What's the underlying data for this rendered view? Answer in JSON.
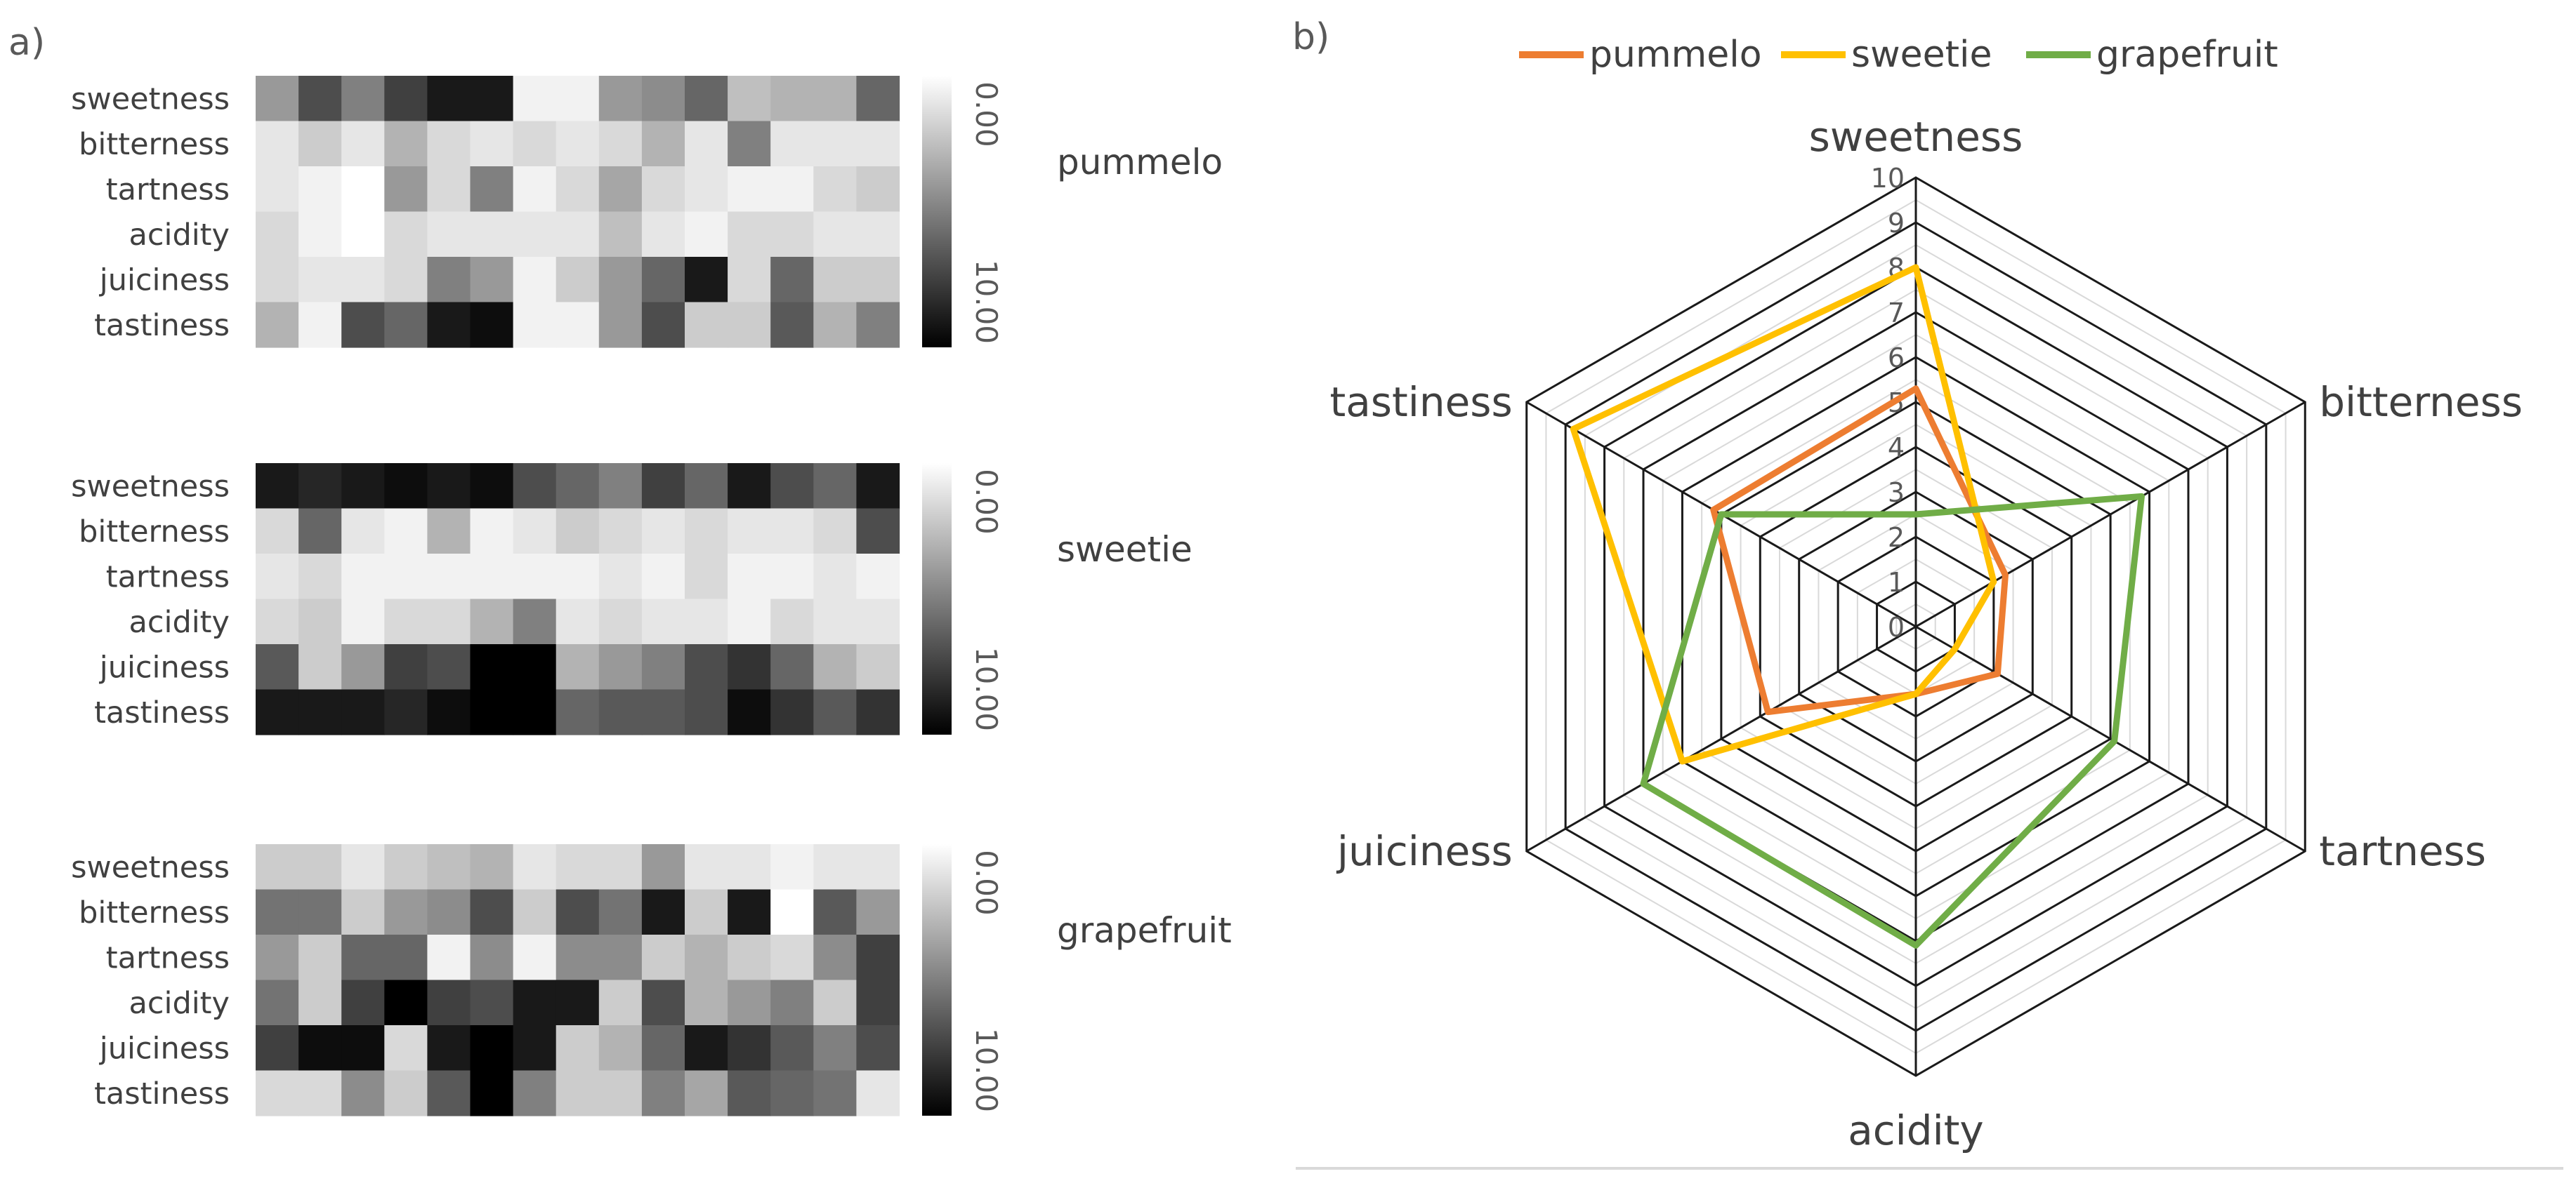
{
  "panel_a_label": "a)",
  "panel_b_label": "b)",
  "chart_data": [
    {
      "type": "heatmap",
      "name": "pummelo",
      "rows": [
        "sweetness",
        "bitterness",
        "tartness",
        "acidity",
        "juiciness",
        "tastiness"
      ],
      "colorbar": {
        "min_label": "0.00",
        "max_label": "10.00",
        "range": [
          0,
          10
        ]
      },
      "values": [
        [
          4,
          7,
          5,
          7.5,
          9,
          9,
          0.5,
          0.5,
          4,
          4.5,
          6,
          2.5,
          3,
          3,
          6
        ],
        [
          1,
          2,
          1,
          3,
          1.5,
          1,
          1.5,
          1,
          1.5,
          3,
          1,
          5,
          1,
          1,
          1
        ],
        [
          1,
          0.5,
          0,
          4,
          1.5,
          5,
          0.5,
          1.5,
          3.5,
          1.5,
          1,
          0.5,
          0.5,
          1.5,
          2
        ],
        [
          1.5,
          0.5,
          0,
          1.5,
          1,
          1,
          1,
          1,
          2.5,
          1,
          0.5,
          1.5,
          1.5,
          1,
          1
        ],
        [
          1.5,
          1,
          1,
          1.5,
          5,
          4,
          0.5,
          2,
          4,
          6,
          9,
          1.5,
          6,
          2,
          2
        ],
        [
          3,
          0.5,
          7,
          6,
          9,
          9.5,
          0.5,
          0.5,
          4,
          7,
          2,
          2,
          6.5,
          3,
          5
        ]
      ]
    },
    {
      "type": "heatmap",
      "name": "sweetie",
      "rows": [
        "sweetness",
        "bitterness",
        "tartness",
        "acidity",
        "juiciness",
        "tastiness"
      ],
      "colorbar": {
        "min_label": "0.00",
        "max_label": "10.00",
        "range": [
          0,
          10
        ]
      },
      "values": [
        [
          9,
          8.5,
          9,
          9.5,
          9,
          9.5,
          7,
          6,
          5,
          7.5,
          6,
          9,
          7,
          6,
          9
        ],
        [
          1.5,
          6,
          1,
          0.5,
          3,
          0.5,
          1,
          2,
          1.5,
          1,
          1.5,
          1,
          1,
          1.5,
          7
        ],
        [
          1,
          1.5,
          0.5,
          0.5,
          0.5,
          0.5,
          0.5,
          0.5,
          1,
          0.5,
          1.5,
          0.5,
          0.5,
          1,
          0.5
        ],
        [
          1.5,
          2,
          0.5,
          1.5,
          1.5,
          3,
          5,
          1,
          1.5,
          1,
          1,
          0.5,
          1.5,
          1,
          1
        ],
        [
          6.5,
          2,
          4,
          7.5,
          7,
          10,
          10,
          3,
          4,
          5,
          7,
          8,
          6,
          3,
          2
        ],
        [
          9,
          9,
          9,
          8.5,
          9.5,
          10,
          10,
          6,
          6.5,
          6.5,
          7,
          9.5,
          8,
          6.5,
          8
        ]
      ]
    },
    {
      "type": "heatmap",
      "name": "grapefruit",
      "rows": [
        "sweetness",
        "bitterness",
        "tartness",
        "acidity",
        "juiciness",
        "tastiness"
      ],
      "colorbar": {
        "min_label": "0.00",
        "max_label": "10.00",
        "range": [
          0,
          10
        ]
      },
      "values": [
        [
          2,
          2,
          1,
          2,
          2.5,
          3,
          1,
          1.5,
          1.5,
          4,
          1,
          1,
          0.5,
          1,
          1
        ],
        [
          5.5,
          5.5,
          2,
          4,
          4.5,
          7,
          2,
          7,
          5.5,
          9,
          2,
          9,
          0,
          6.5,
          4
        ],
        [
          4,
          2,
          6,
          6,
          0.5,
          4.5,
          0.5,
          4.5,
          4.5,
          2,
          3,
          2,
          1.5,
          4.5,
          7.5
        ],
        [
          5.5,
          2,
          7.5,
          10,
          7.5,
          7,
          9,
          9,
          2,
          7,
          3,
          4,
          5,
          2,
          7.5
        ],
        [
          7.5,
          9.5,
          9.5,
          1.5,
          9,
          10,
          9,
          2,
          3,
          6,
          9,
          8,
          6.5,
          5,
          7
        ],
        [
          1.5,
          1.5,
          4.5,
          2,
          6.5,
          10,
          5,
          2,
          2,
          5,
          3.5,
          6.5,
          6,
          5.5,
          1
        ]
      ]
    },
    {
      "type": "radar",
      "axes": [
        "sweetness",
        "bitterness",
        "tartness",
        "acidity",
        "juiciness",
        "tastiness"
      ],
      "scale": {
        "min": 0,
        "max": 10,
        "step": 1
      },
      "ticks": [
        "0",
        "1",
        "2",
        "3",
        "4",
        "5",
        "6",
        "7",
        "8",
        "9",
        "10"
      ],
      "legend": {
        "placement": "top"
      },
      "grid": true,
      "series": [
        {
          "name": "pummelo",
          "color": "#ed7d31",
          "values": [
            5.3,
            2.3,
            2.1,
            1.5,
            3.8,
            5.2
          ]
        },
        {
          "name": "sweetie",
          "color": "#ffc000",
          "values": [
            8.0,
            2.0,
            1.0,
            1.5,
            6.0,
            8.8
          ]
        },
        {
          "name": "grapefruit",
          "color": "#70ad47",
          "values": [
            2.5,
            5.8,
            5.1,
            7.1,
            7.0,
            5.0
          ]
        }
      ]
    }
  ]
}
